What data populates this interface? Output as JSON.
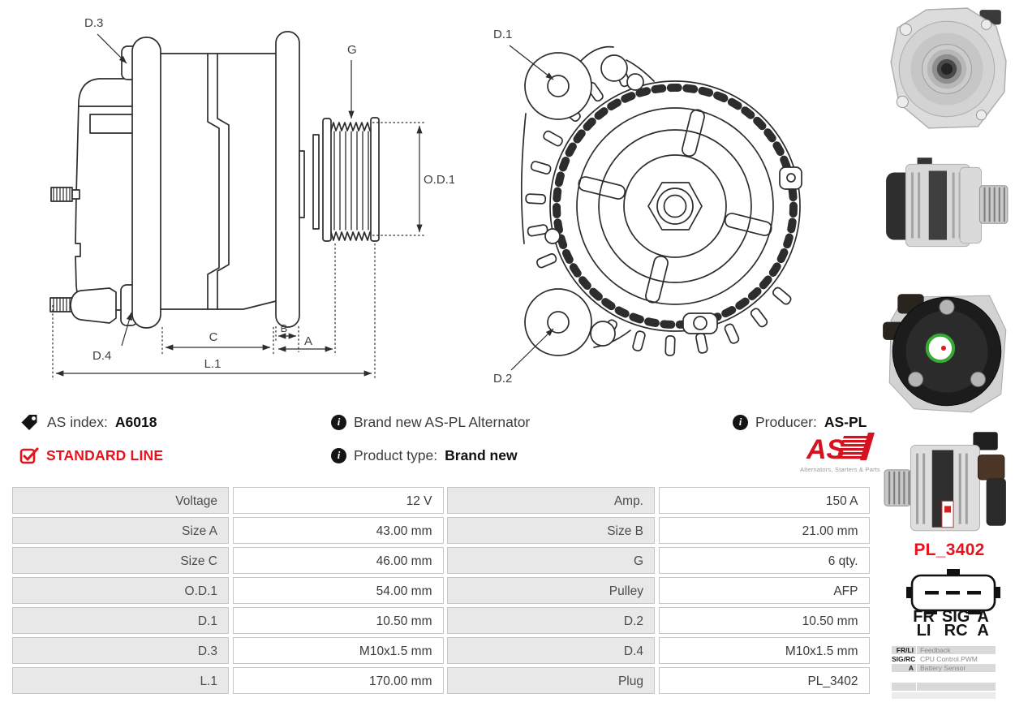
{
  "colors": {
    "accent_red": "#e8121c",
    "logo_red": "#d6121f",
    "table_label_bg": "#e8e8e8",
    "table_border": "#c6c6c6",
    "line_color": "#2d2d2d"
  },
  "info": {
    "as_index_label": "AS index:",
    "as_index_value": "A6018",
    "standard_line": "STANDARD LINE",
    "brand_new": "Brand new AS-PL Alternator",
    "product_type_label": "Product type:",
    "product_type_value": "Brand new",
    "producer_label": "Producer:",
    "producer_value": "AS-PL",
    "info_icon_glyph": "i"
  },
  "logo": {
    "text": "AS",
    "caption": "Alternators, Starters & Parts"
  },
  "diagrams": {
    "side": {
      "d3": "D.3",
      "d4": "D.4",
      "g": "G",
      "od1": "O.D.1",
      "c": "C",
      "b": "B",
      "a": "A",
      "l1": "L.1"
    },
    "front": {
      "d1": "D.1",
      "d2": "D.2"
    }
  },
  "spec_table": {
    "rows": [
      {
        "l1": "Voltage",
        "v1": "12 V",
        "l2": "Amp.",
        "v2": "150 A"
      },
      {
        "l1": "Size A",
        "v1": "43.00 mm",
        "l2": "Size B",
        "v2": "21.00 mm"
      },
      {
        "l1": "Size C",
        "v1": "46.00 mm",
        "l2": "G",
        "v2": "6 qty."
      },
      {
        "l1": "O.D.1",
        "v1": "54.00 mm",
        "l2": "Pulley",
        "v2": "AFP"
      },
      {
        "l1": "D.1",
        "v1": "10.50 mm",
        "l2": "D.2",
        "v2": "10.50 mm"
      },
      {
        "l1": "D.3",
        "v1": "M10x1.5 mm",
        "l2": "D.4",
        "v2": "M10x1.5 mm"
      },
      {
        "l1": "L.1",
        "v1": "170.00 mm",
        "l2": "Plug",
        "v2": "PL_3402"
      }
    ]
  },
  "plug": {
    "title": "PL_3402",
    "pins": [
      {
        "top": "FR",
        "bottom": "LI"
      },
      {
        "top": "SIG",
        "bottom": "RC"
      },
      {
        "top": "A",
        "bottom": "A"
      }
    ],
    "legend": [
      {
        "key": "FR/LI",
        "value": "Feedback"
      },
      {
        "key": "SIG/RC",
        "value": "CPU Control.PWM"
      },
      {
        "key": "A",
        "value": "Battery Sensor"
      }
    ]
  }
}
